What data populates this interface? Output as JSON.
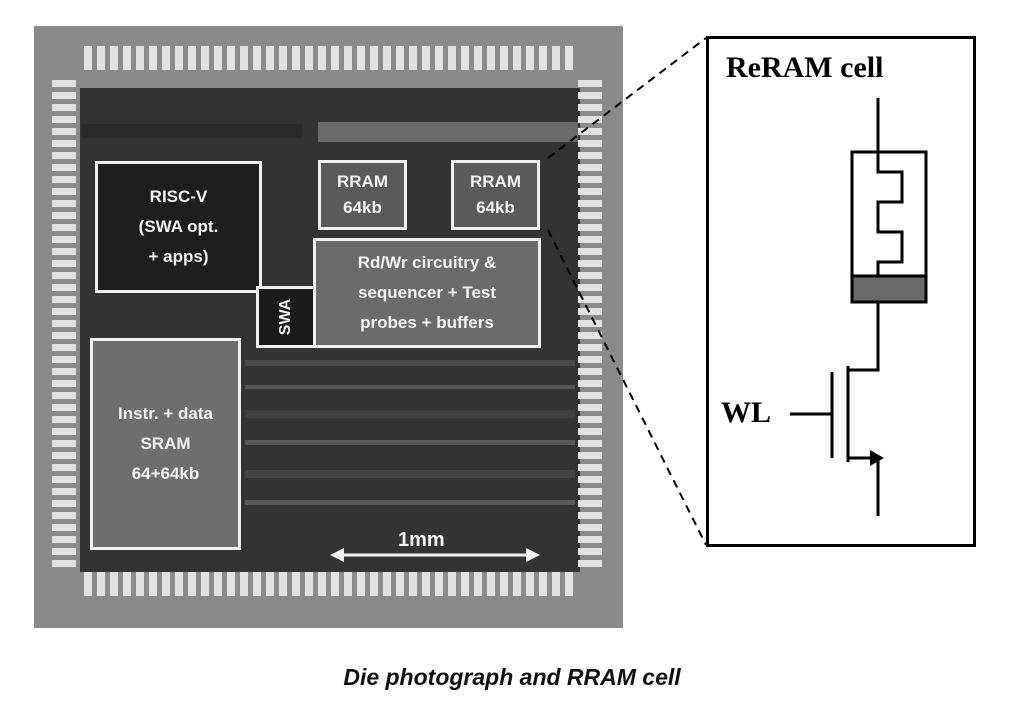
{
  "die": {
    "blocks": {
      "risc_v": "RISC-V\n(SWA opt.\n+ apps)",
      "rram_left": "RRAM\n64kb",
      "rram_right": "RRAM\n64kb",
      "rdwr": "Rd/Wr circuitry &\nsequencer + Test\nprobes + buffers",
      "swa": "SWA",
      "sram": "Instr. + data\nSRAM\n64+64kb"
    },
    "scale_bar_label": "1mm"
  },
  "callout": {
    "title": "ReRAM cell",
    "wl_label": "WL"
  },
  "caption": "Die photograph and RRAM cell"
}
